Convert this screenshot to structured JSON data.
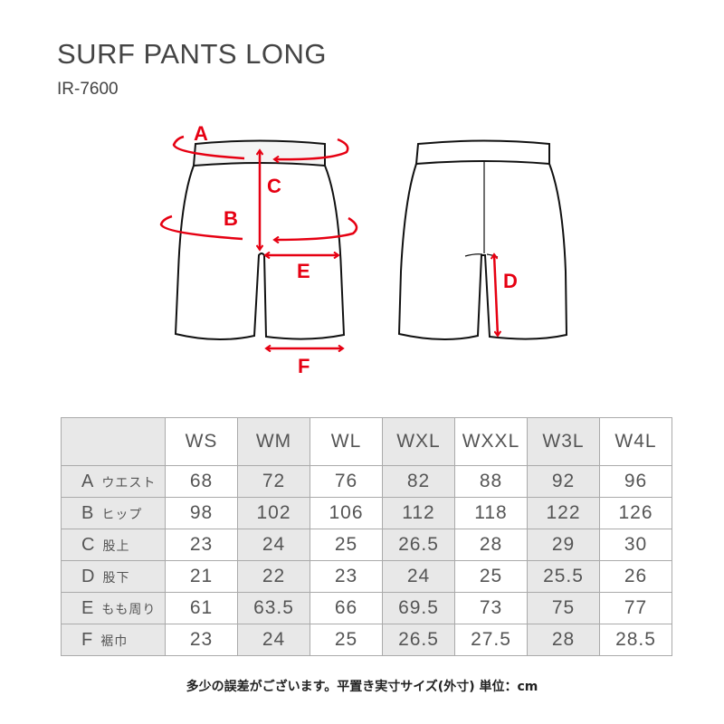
{
  "title": "SURF PANTS LONG",
  "model": "IR-7600",
  "diagram_labels": {
    "a": "A",
    "b": "B",
    "c": "C",
    "d": "D",
    "e": "E",
    "f": "F"
  },
  "accent": "#e60012",
  "table": {
    "sizes": [
      "WS",
      "WM",
      "WL",
      "WXL",
      "WXXL",
      "W3L",
      "W4L"
    ],
    "rows": [
      {
        "letter": "A",
        "name": "ウエスト",
        "values": [
          "68",
          "72",
          "76",
          "82",
          "88",
          "92",
          "96"
        ]
      },
      {
        "letter": "B",
        "name": "ヒップ",
        "values": [
          "98",
          "102",
          "106",
          "112",
          "118",
          "122",
          "126"
        ]
      },
      {
        "letter": "C",
        "name": "股上",
        "values": [
          "23",
          "24",
          "25",
          "26.5",
          "28",
          "29",
          "30"
        ]
      },
      {
        "letter": "D",
        "name": "股下",
        "values": [
          "21",
          "22",
          "23",
          "24",
          "25",
          "25.5",
          "26"
        ]
      },
      {
        "letter": "E",
        "name": "もも周り",
        "values": [
          "61",
          "63.5",
          "66",
          "69.5",
          "73",
          "75",
          "77"
        ]
      },
      {
        "letter": "F",
        "name": "裾巾",
        "values": [
          "23",
          "24",
          "25",
          "26.5",
          "27.5",
          "28",
          "28.5"
        ]
      }
    ]
  },
  "note": "多少の誤差がございます。平置き実寸サイズ(外寸) 単位：cm"
}
